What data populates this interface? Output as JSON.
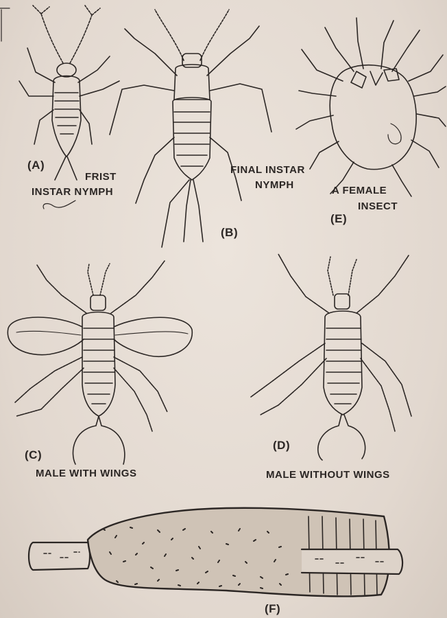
{
  "figures": {
    "a": {
      "letter": "(A)",
      "caption_line1": "FRIST",
      "caption_line2": "INSTAR NYMPH"
    },
    "b": {
      "letter": "(B)",
      "caption_line1": "FINAL INSTAR",
      "caption_line2": "NYMPH"
    },
    "c": {
      "letter": "(C)",
      "caption": "MALE WITH WINGS"
    },
    "d": {
      "letter": "(D)",
      "caption": "MALE WITHOUT WINGS"
    },
    "e": {
      "letter": "(E)",
      "caption_line1": "A FEMALE",
      "caption_line2": "INSECT"
    },
    "f": {
      "letter": "(F)"
    }
  },
  "colors": {
    "ink": "#2b2624",
    "paper": "#e6ddd4"
  }
}
